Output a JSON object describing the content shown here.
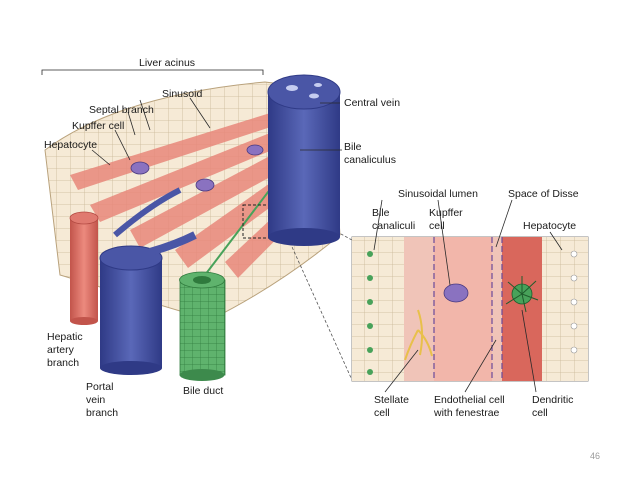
{
  "labels": {
    "liver_acinus": "Liver acinus",
    "sinusoid": "Sinusoid",
    "septal_branch": "Septal branch",
    "kupffer_cell": "Kupffer cell",
    "hepatocyte": "Hepatocyte",
    "central_vein": "Central vein",
    "bile_canaliculus_1": "Bile",
    "bile_canaliculus_2": "canaliculus",
    "hepatic_artery_1": "Hepatic",
    "hepatic_artery_2": "artery",
    "hepatic_artery_3": "branch",
    "portal_vein_1": "Portal",
    "portal_vein_2": "vein",
    "portal_vein_3": "branch",
    "bile_duct": "Bile duct",
    "sinusoidal_lumen": "Sinusoidal lumen",
    "space_of_disse": "Space of Disse",
    "bile_canaliculi_1": "Bile",
    "bile_canaliculi_2": "canaliculi",
    "kupffer_cell_inset_1": "Kupffer",
    "kupffer_cell_inset_2": "cell",
    "hepatocyte_inset": "Hepatocyte",
    "stellate_cell_1": "Stellate",
    "stellate_cell_2": "cell",
    "endothelial_cell_1": "Endothelial cell",
    "endothelial_cell_2": "with fenestrae",
    "dendritic_cell_1": "Dendritic",
    "dendritic_cell_2": "cell"
  },
  "page_number": "46",
  "colors": {
    "hepatocyte": "#f6ead6",
    "sinusoid": "#e8877a",
    "vein_blue": "#4a56a6",
    "artery_red": "#d9675c",
    "bile_green": "#48a25a",
    "kupffer_purple": "#8a72c0"
  }
}
